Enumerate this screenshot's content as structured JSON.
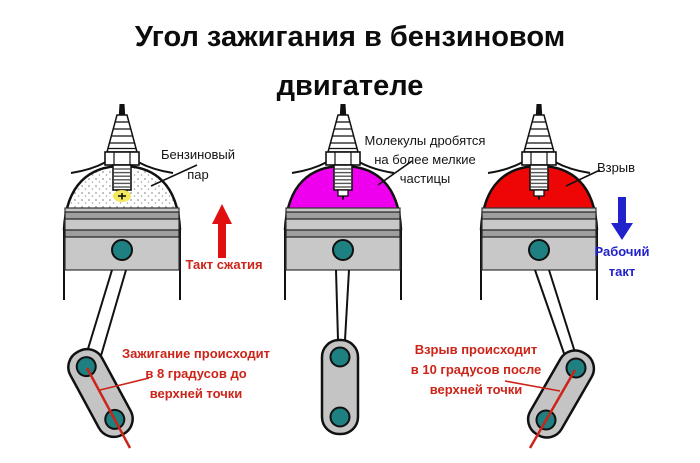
{
  "title": {
    "line1": "Угол зажигания в бензиновом",
    "line2": "двигателе"
  },
  "colors": {
    "vapor_white": "#ffffff",
    "mixture_magenta": "#ee00ee",
    "explosion_red": "#ee0606",
    "pin_teal": "#1e8080",
    "piston_gray": "#c8c8c8",
    "link_gray": "#c4c4c4",
    "arrow_red": "#e01010",
    "arrow_blue": "#2222cc",
    "note_red": "#cc2418",
    "spark_yellow": "#f2ea5a"
  },
  "cylinders": [
    {
      "stage": "compression",
      "chamber_style": "stippled-gasoline-vapor",
      "chamber_color": "#ffffff",
      "label_lines": [
        "Бензиновый",
        "пар"
      ],
      "arrow": {
        "direction": "up",
        "label": "Такт сжатия"
      },
      "note_lines": [
        "Зажигание происходит",
        "в 8 градусов до",
        "верхней точки"
      ]
    },
    {
      "stage": "ignition",
      "chamber_style": "solid",
      "chamber_color": "#ee00ee",
      "label_lines": [
        "Молекулы дробятся",
        "на более мелкие",
        "частицы"
      ]
    },
    {
      "stage": "explosion",
      "chamber_style": "solid",
      "chamber_color": "#ee0606",
      "label_lines": [
        "Взрыв"
      ],
      "arrow": {
        "direction": "down",
        "label_lines": [
          "Рабочий",
          "такт"
        ]
      },
      "note_lines": [
        "Взрыв происходит",
        "в 10 градусов после",
        "верхней точки"
      ]
    }
  ]
}
